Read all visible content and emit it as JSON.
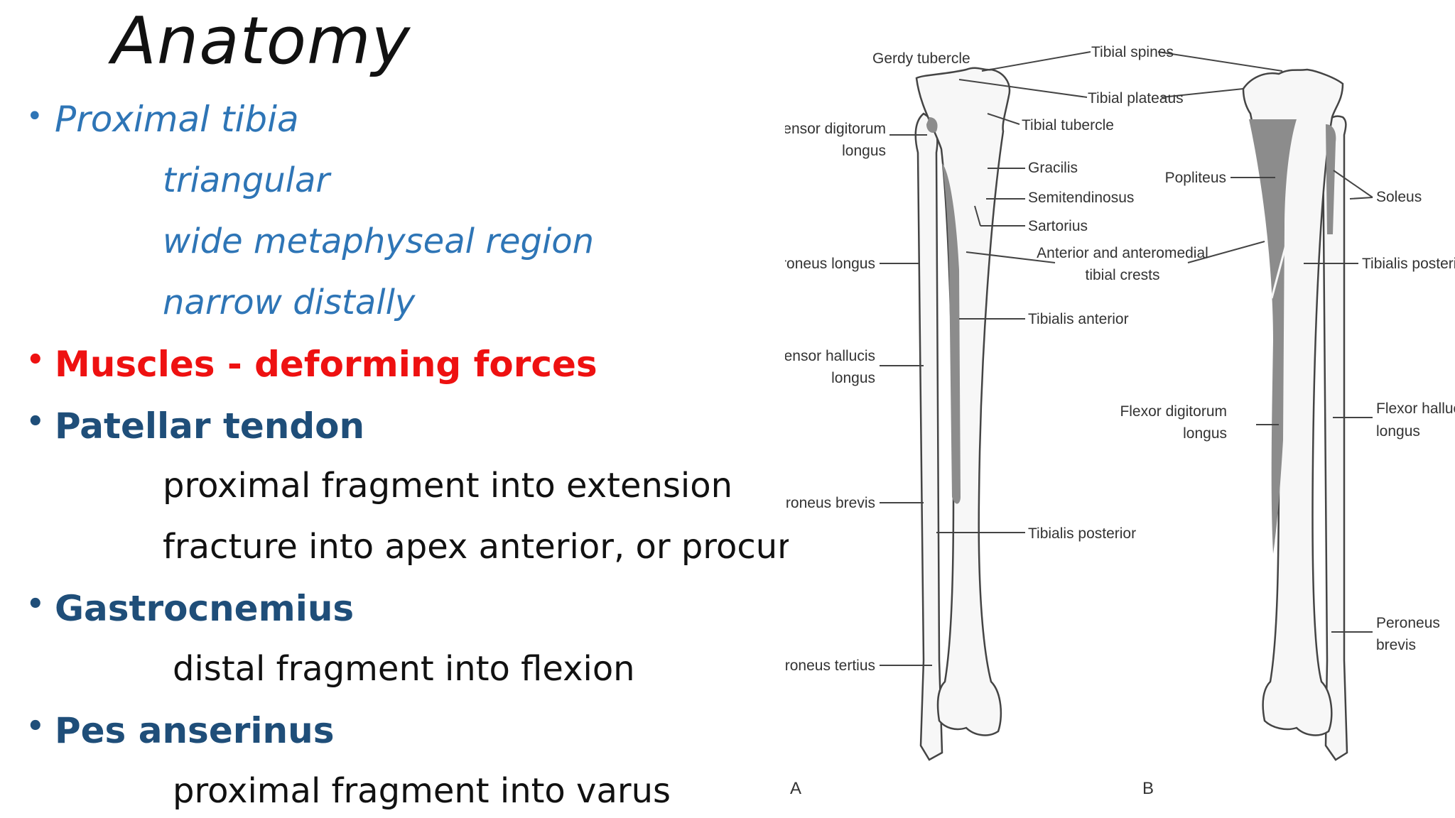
{
  "slide": {
    "title": "Anatomy",
    "bullets": [
      {
        "text": "Proximal tibia"
      },
      {
        "text": "triangular"
      },
      {
        "text": "wide metaphyseal region"
      },
      {
        "text": "narrow distally"
      },
      {
        "text": "Muscles - deforming forces"
      },
      {
        "text": "Patellar tendon"
      },
      {
        "text": "proximal fragment into extension"
      },
      {
        "text": "fracture into apex anterior, or procurvatum"
      },
      {
        "text": "Gastrocnemius"
      },
      {
        "text": "distal fragment into flexion"
      },
      {
        "text": "Pes anserinus"
      },
      {
        "text": "proximal fragment into varus"
      }
    ],
    "bullet_glyph": "•"
  },
  "figure": {
    "labels": {
      "gerdy": "Gerdy tubercle",
      "tibial_spines": "Tibial spines",
      "tibial_plateaus": "Tibial plateaus",
      "tibial_tubercle": "Tibial tubercle",
      "ext_dig_1": "Extensor digitorum",
      "ext_dig_2": "longus",
      "gracilis": "Gracilis",
      "semitendinosus": "Semitendinosus",
      "sartorius": "Sartorius",
      "popliteus": "Popliteus",
      "soleus": "Soleus",
      "peroneus_longus": "Peroneus longus",
      "crests_1": "Anterior and anteromedial",
      "crests_2": "tibial crests",
      "tib_post_right": "Tibialis posterior",
      "tib_anterior": "Tibialis anterior",
      "ext_hal_1": "Extensor hallucis",
      "ext_hal_2": "longus",
      "flex_dig_1": "Flexor digitorum",
      "flex_dig_2": "longus",
      "flex_hal_1": "Flexor hallucis",
      "flex_hal_2": "longus",
      "peroneus_brevis_left": "Peroneus brevis",
      "tib_post_left": "Tibialis posterior",
      "peroneus_brevis_r1": "Peroneus",
      "peroneus_brevis_r2": "brevis",
      "peroneus_tertius": "Peroneus tertius",
      "panel_a": "A",
      "panel_b": "B"
    },
    "colors": {
      "bone_fill": "#f7f7f7",
      "muscle_fill": "#8c8c8c",
      "line": "#444444"
    }
  }
}
